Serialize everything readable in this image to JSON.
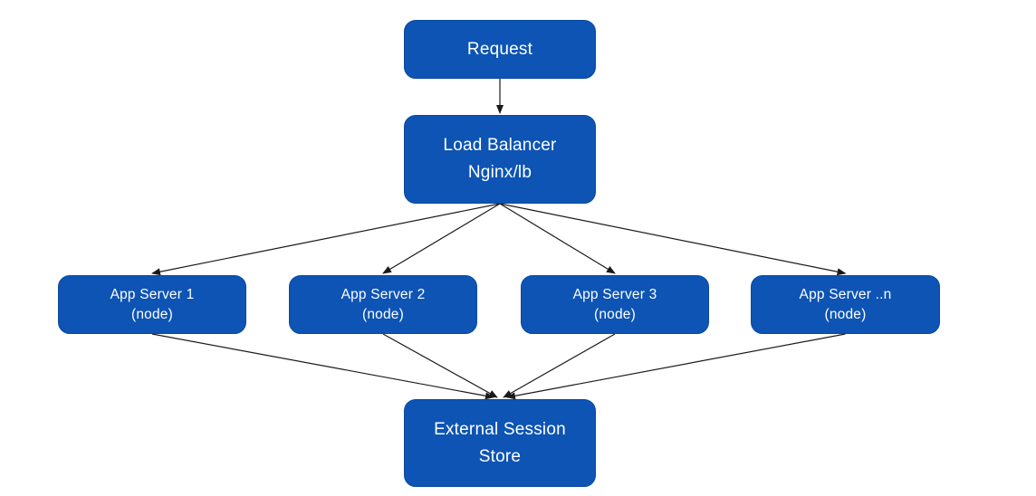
{
  "diagram": {
    "colors": {
      "node_fill": "#0D54B4",
      "node_border": "#0B4A9E",
      "node_text": "#FFFFFF",
      "connector": "#1A1A1A"
    },
    "nodes": [
      {
        "id": "request",
        "lines": [
          "Request"
        ]
      },
      {
        "id": "load-balancer",
        "lines": [
          "Load Balancer",
          "Nginx/lb"
        ]
      },
      {
        "id": "app-server-1",
        "lines": [
          "App Server 1",
          "(node)"
        ]
      },
      {
        "id": "app-server-2",
        "lines": [
          "App Server 2",
          "(node)"
        ]
      },
      {
        "id": "app-server-3",
        "lines": [
          "App Server 3",
          "(node)"
        ]
      },
      {
        "id": "app-server-n",
        "lines": [
          "App Server ..n",
          "(node)"
        ]
      },
      {
        "id": "session-store",
        "lines": [
          "External Session",
          "Store"
        ]
      }
    ],
    "edges": [
      {
        "from": "request",
        "to": "load-balancer"
      },
      {
        "from": "load-balancer",
        "to": "app-server-1"
      },
      {
        "from": "load-balancer",
        "to": "app-server-2"
      },
      {
        "from": "load-balancer",
        "to": "app-server-3"
      },
      {
        "from": "load-balancer",
        "to": "app-server-n"
      },
      {
        "from": "app-server-1",
        "to": "session-store"
      },
      {
        "from": "app-server-2",
        "to": "session-store"
      },
      {
        "from": "app-server-3",
        "to": "session-store"
      },
      {
        "from": "app-server-n",
        "to": "session-store"
      }
    ]
  }
}
